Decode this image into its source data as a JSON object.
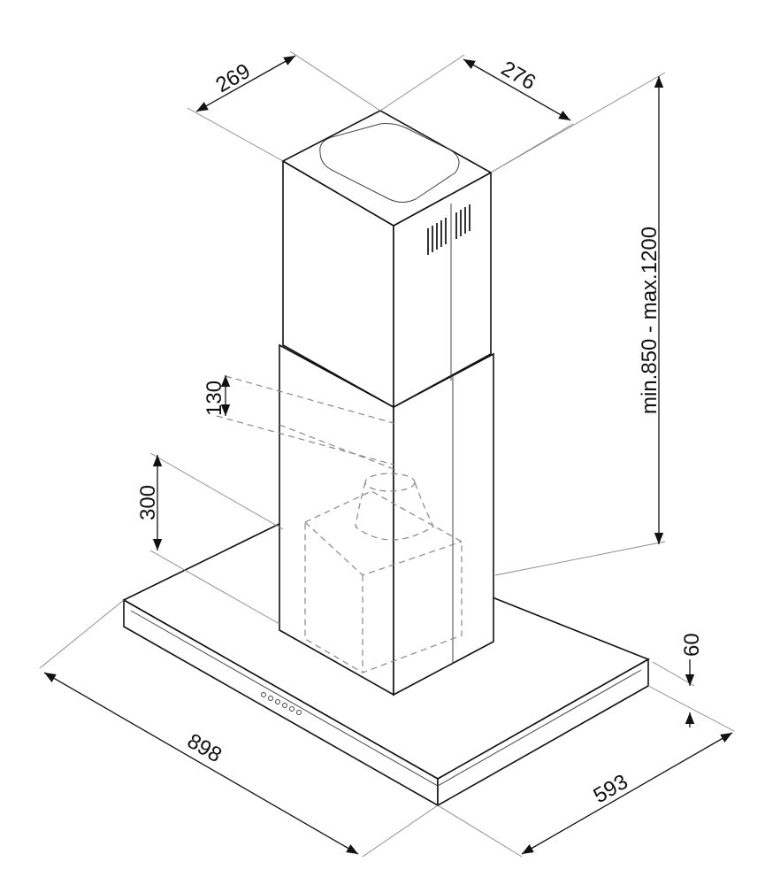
{
  "dimensions": {
    "chimney_depth": "269",
    "chimney_width": "276",
    "chimney_height": "min.850 - max.1200",
    "motor_offset": "130",
    "motor_height": "300",
    "hood_thickness": "60",
    "hood_width": "898",
    "hood_depth": "593"
  }
}
